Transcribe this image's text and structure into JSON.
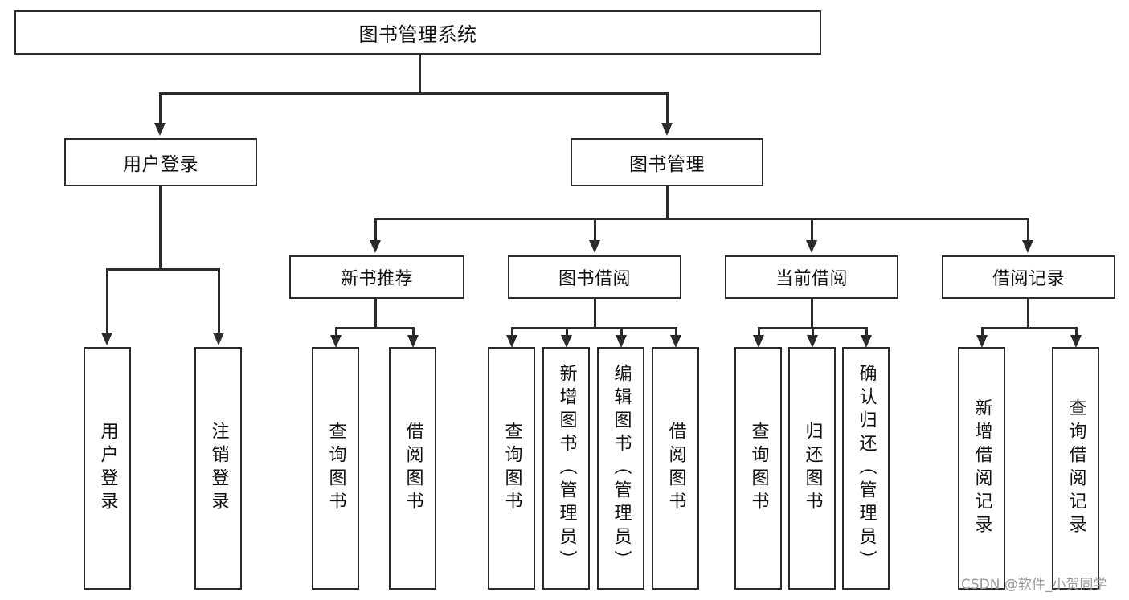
{
  "diagram": {
    "title": "图书管理系统",
    "type": "功能结构图",
    "root": {
      "label": "图书管理系统"
    },
    "level2": [
      {
        "label": "用户登录"
      },
      {
        "label": "图书管理"
      }
    ],
    "level3": [
      {
        "label": "新书推荐"
      },
      {
        "label": "图书借阅"
      },
      {
        "label": "当前借阅"
      },
      {
        "label": "借阅记录"
      }
    ],
    "leaves": {
      "user_login": [
        {
          "label": "用户登录"
        },
        {
          "label": "注销登录"
        }
      ],
      "new_book_recommend": [
        {
          "label": "查询图书"
        },
        {
          "label": "借阅图书"
        }
      ],
      "book_borrow": [
        {
          "label": "查询图书"
        },
        {
          "label": "新增图书（管理员）"
        },
        {
          "label": "编辑图书（管理员）"
        },
        {
          "label": "借阅图书"
        }
      ],
      "current_borrow": [
        {
          "label": "查询图书"
        },
        {
          "label": "归还图书"
        },
        {
          "label": "确认归还（管理员）"
        }
      ],
      "borrow_record": [
        {
          "label": "新增借阅记录"
        },
        {
          "label": "查询借阅记录"
        }
      ]
    }
  },
  "watermark": {
    "text": "CSDN @软件_小贺同学"
  },
  "colors": {
    "stroke": "#2b2b2b",
    "fill": "#ffffff",
    "text": "#111111",
    "watermark": "#9a9a9a"
  }
}
